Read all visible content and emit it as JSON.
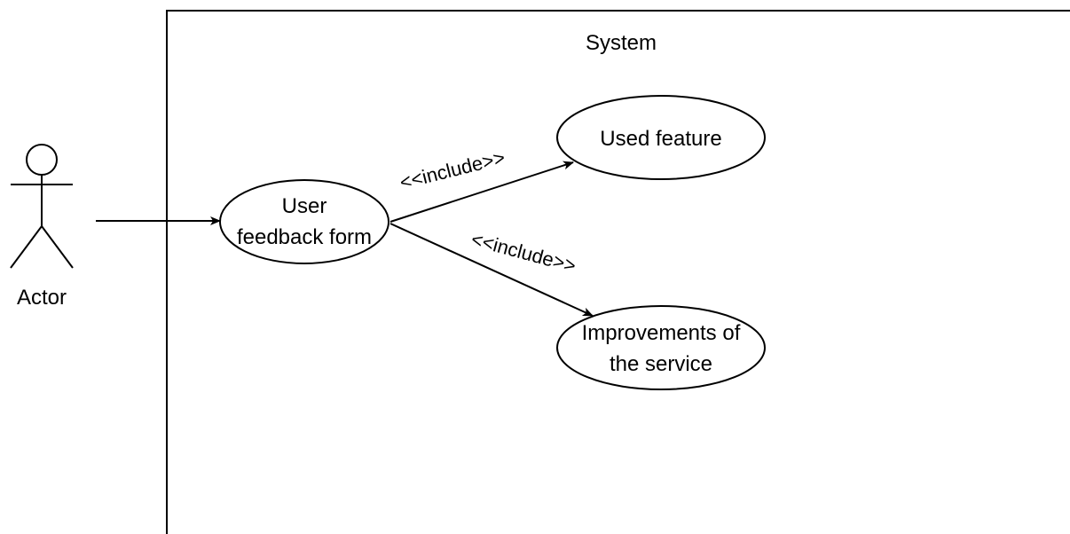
{
  "system": {
    "label": "System"
  },
  "actor": {
    "label": "Actor"
  },
  "use_cases": {
    "feedback": {
      "line1": "User",
      "line2": "feedback form"
    },
    "used_feature": {
      "label": "Used feature"
    },
    "improvements": {
      "line1": "Improvements of",
      "line2": "the service"
    }
  },
  "relations": {
    "include_upper": "<<include>>",
    "include_lower": "<<include>>"
  }
}
